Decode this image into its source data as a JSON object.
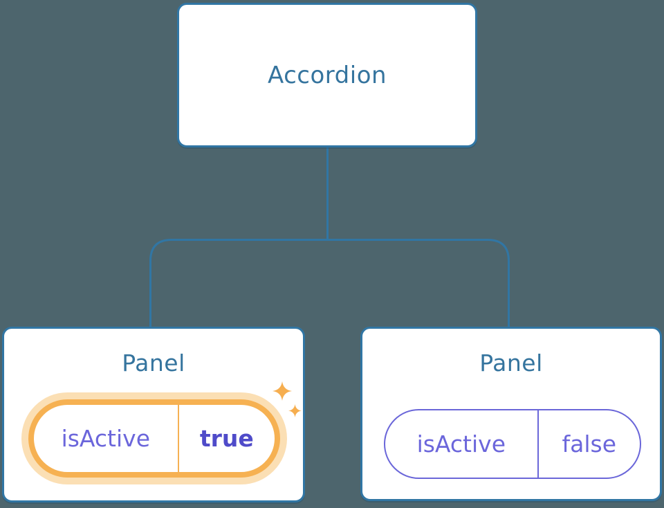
{
  "diagram": {
    "type": "component-tree",
    "root": {
      "label": "Accordion"
    },
    "children": [
      {
        "title": "Panel",
        "state": {
          "name": "isActive",
          "value": "true"
        },
        "highlighted": true,
        "icons": [
          "sparkle-icon-large",
          "sparkle-icon-small"
        ]
      },
      {
        "title": "Panel",
        "state": {
          "name": "isActive",
          "value": "false"
        },
        "highlighted": false
      }
    ],
    "colors": {
      "background": "#4D656D",
      "node_fill": "#FFFFFF",
      "node_border": "#3176A4",
      "node_text": "#35749E",
      "connector": "#3176A4",
      "state_text": "#6B66DB",
      "state_value_active_text": "#4F4BC9",
      "state_pill_inactive_border": "#6A66D9",
      "highlight_ring": "#F6B152",
      "highlight_halo": "#FBDFB4",
      "sparkle": "#F6AE4F"
    }
  }
}
